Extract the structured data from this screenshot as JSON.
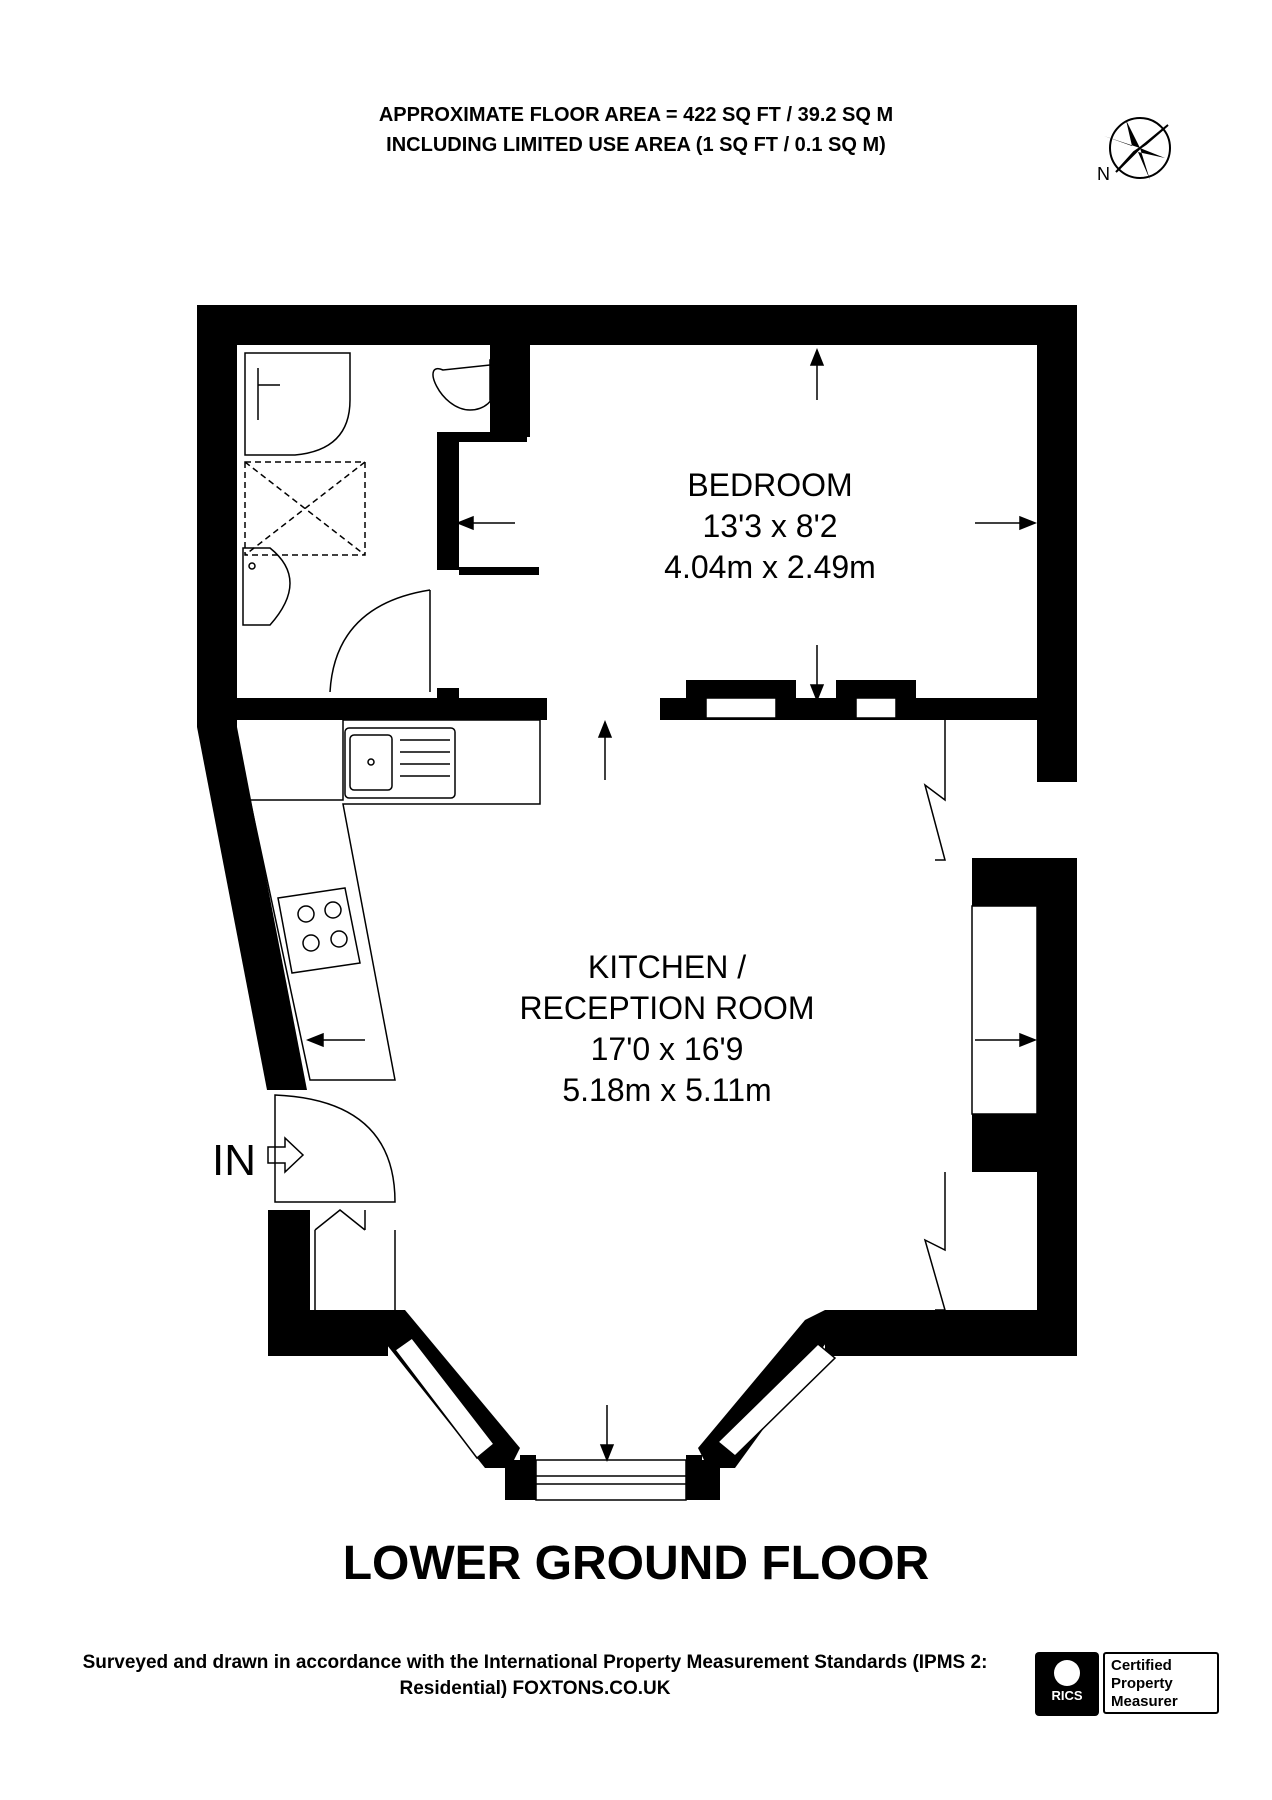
{
  "header": {
    "area_line": "APPROXIMATE FLOOR AREA = 422 SQ FT / 39.2 SQ M",
    "limited_use_line": "INCLUDING LIMITED USE AREA (1 SQ FT / 0.1 SQ M)"
  },
  "compass": {
    "north_label": "N"
  },
  "rooms": {
    "bedroom": {
      "name": "BEDROOM",
      "size_imperial": "13'3 x 8'2",
      "size_metric": "4.04m x 2.49m"
    },
    "kitchen": {
      "name_line1": "KITCHEN /",
      "name_line2": "RECEPTION ROOM",
      "size_imperial": "17'0 x 16'9",
      "size_metric": "5.18m x 5.11m"
    }
  },
  "entrance": {
    "label": "IN"
  },
  "floor_title": "LOWER GROUND FLOOR",
  "footer": {
    "line1": "Surveyed and drawn in accordance with the International Property Measurement Standards (IPMS 2:",
    "line2": "Residential) FOXTONS.CO.UK"
  },
  "badge": {
    "logo_text": "RICS",
    "line1": "Certified",
    "line2": "Property",
    "line3": "Measurer"
  }
}
